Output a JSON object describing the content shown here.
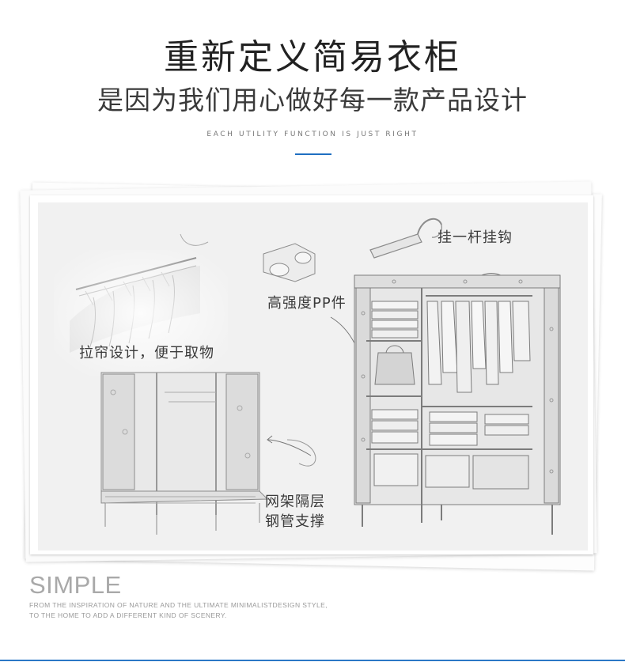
{
  "header": {
    "title": "重新定义简易衣柜",
    "subtitle": "是因为我们用心做好每一款产品设计",
    "tagline": "EACH UTILITY FUNCTION IS JUST RIGHT"
  },
  "annotations": {
    "hanger_rod": "挂一杆挂钩",
    "pp_joint": "高强度PP件",
    "curtain": "拉帘设计，便于取物",
    "mesh_shelf_line1": "网架隔层",
    "mesh_shelf_line2": "钢管支撑"
  },
  "footer": {
    "heading": "SIMPLE",
    "line1": "FROM THE INSPIRATION OF NATURE AND THE ULTIMATE MINIMALISTDESIGN STYLE,",
    "line2": "TO THE HOME TO ADD A DIFFERENT KIND OF SCENERY."
  },
  "colors": {
    "accent": "#1f6fc1",
    "bottom_rule": "#2b78c6"
  }
}
